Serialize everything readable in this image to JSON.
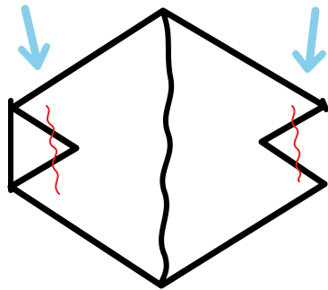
{
  "diagram": {
    "style": "hand-drawn sketch",
    "outline_color": "#000000",
    "arrow_color": "#87CEEB",
    "crack_color": "#E0201E",
    "arrows": [
      {
        "name": "arrow-left",
        "direction": "down-right"
      },
      {
        "name": "arrow-right",
        "direction": "down-left"
      }
    ],
    "notches": [
      "left",
      "right"
    ],
    "cracks": [
      "center-vertical",
      "left-notch",
      "right-notch"
    ]
  }
}
